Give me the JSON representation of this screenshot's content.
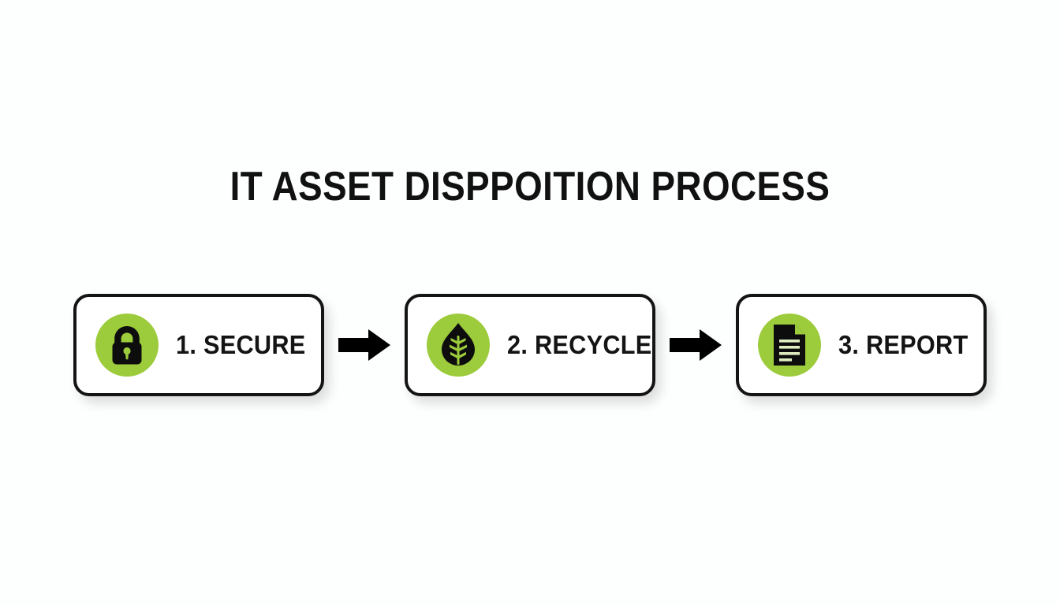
{
  "slide": {
    "background_color": "#fdfefe",
    "title": "IT ASSET DISPPOITION PROCESS",
    "accent_color": "#9ccb3b",
    "outline_color": "#141414",
    "text_color": "#141414"
  },
  "flow": {
    "steps": [
      {
        "label": "1. SECURE",
        "icon": "lock-icon",
        "icon_background": "#9ccb3b"
      },
      {
        "label": "2. RECYCLE",
        "icon": "leaf-icon",
        "icon_background": "#9ccb3b"
      },
      {
        "label": "3. REPORT",
        "icon": "document-icon",
        "icon_background": "#9ccb3b"
      }
    ],
    "connectors": [
      {
        "icon": "arrow-right-icon",
        "color": "#000000"
      },
      {
        "icon": "arrow-right-icon",
        "color": "#000000"
      }
    ]
  }
}
